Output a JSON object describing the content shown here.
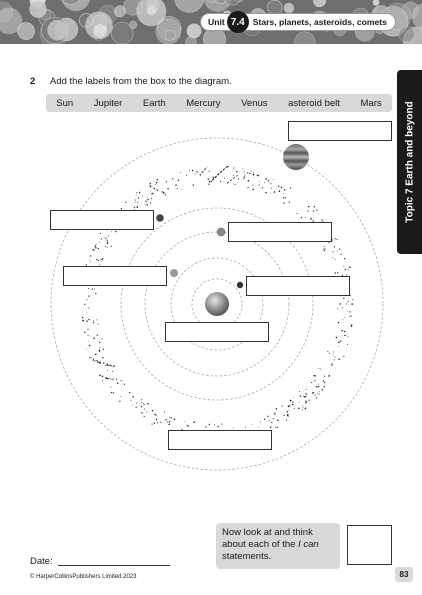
{
  "header": {
    "unit_word": "Unit",
    "unit_number": "7.4",
    "unit_title": "Stars, planets, asteroids, comets"
  },
  "side_tab": {
    "text": "Topic 7 Earth and beyond"
  },
  "question": {
    "number": "2",
    "text": "Add the labels from the box to the diagram.",
    "words": [
      "Sun",
      "Jupiter",
      "Earth",
      "Mercury",
      "Venus",
      "asteroid belt",
      "Mars"
    ]
  },
  "self_check": {
    "text_before": "Now look at and think about each of the ",
    "text_italic": "I can",
    "text_after": " statements."
  },
  "footer": {
    "date_label": "Date:",
    "copyright": "© HarperCollinsPublishers Limited 2023",
    "page_number": "83"
  },
  "colors": {
    "tab_dark": "#1a1a1a",
    "box_grey": "#d9d9d9"
  }
}
